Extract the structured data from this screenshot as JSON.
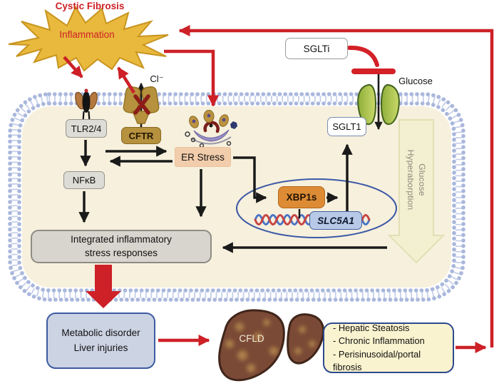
{
  "diagram": {
    "top_label": "Cystic Fibrosis",
    "starburst_label": "Inflammation",
    "receptor_box": "TLR2/4",
    "cftr_box": "CFTR",
    "chloride_label": "Cl⁻",
    "nfkb_box": "NFκB",
    "er_stress_box": "ER Stress",
    "xbp1s_box": "XBP1s",
    "slc5a1_box": "SLC5A1",
    "sglt1_box": "SGLT1",
    "sglti_box": "SGLTi",
    "glucose_label": "Glucose",
    "hyperabsorption_line1": "Glucose",
    "hyperabsorption_line2": "Hyperaborption",
    "integrated_box_line1": "Integrated inflammatory",
    "integrated_box_line2": "stress responses",
    "metabolic_box_line1": "Metabolic disorder",
    "metabolic_box_line2": "Liver injuries",
    "liver_label": "CFLD",
    "outcomes": [
      "- Hepatic Steatosis",
      "- Chronic Inflammation",
      "- Perisinusoidal/portal fibrosis"
    ]
  },
  "colors": {
    "accent_red": "#cc2127",
    "starburst_gold": "#e9b93d",
    "cftr_gold": "#b6913e",
    "er_stress_fill": "#f2cdab",
    "xbp1s_orange": "#dd8c35",
    "slc5a1_blue": "#b7c9e6",
    "membrane_bead": "#a9b7dc",
    "cell_interior": "#f6f0dd",
    "outcome_fill": "#faf3cf",
    "metabolic_fill": "#ccd3e3",
    "liver_brown": "#7b4a36"
  }
}
